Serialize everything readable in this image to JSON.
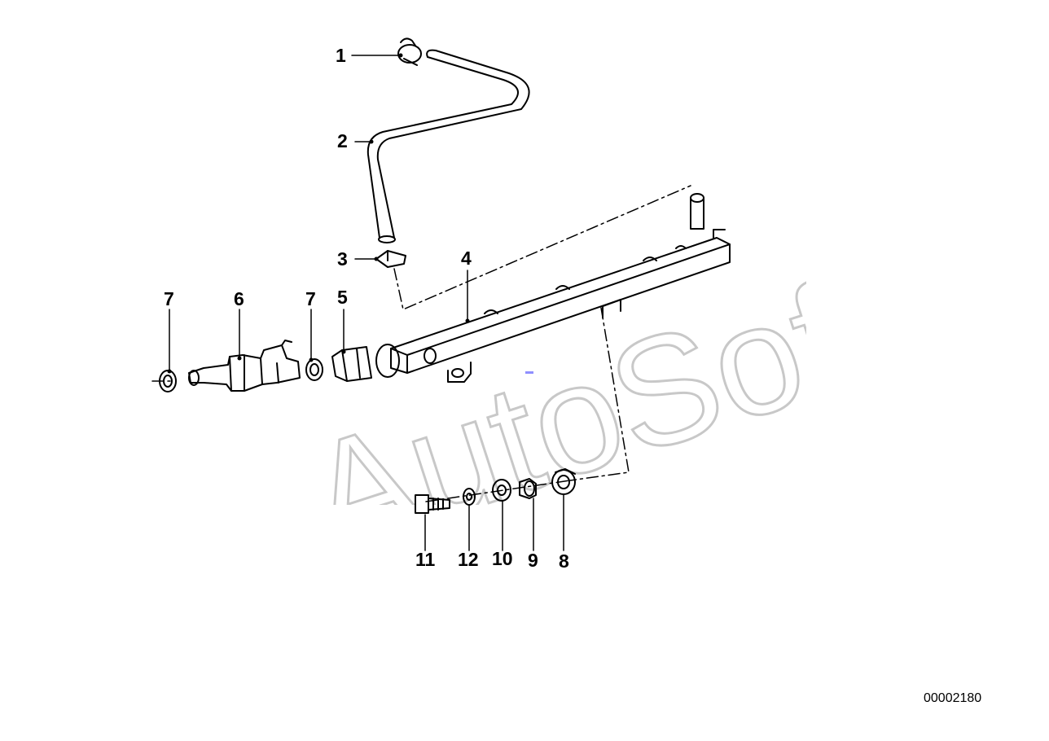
{
  "diagram": {
    "callouts": {
      "c1": "1",
      "c2": "2",
      "c3": "3",
      "c4": "4",
      "c5": "5",
      "c6": "6",
      "c7a": "7",
      "c7b": "7",
      "c8": "8",
      "c9": "9",
      "c10": "10",
      "c11": "11",
      "c12": "12"
    },
    "drawing_number": "00002180",
    "watermark": "AutoSoft",
    "colors": {
      "line": "#000000",
      "watermark": "#c8c8c8",
      "background": "#ffffff"
    }
  }
}
